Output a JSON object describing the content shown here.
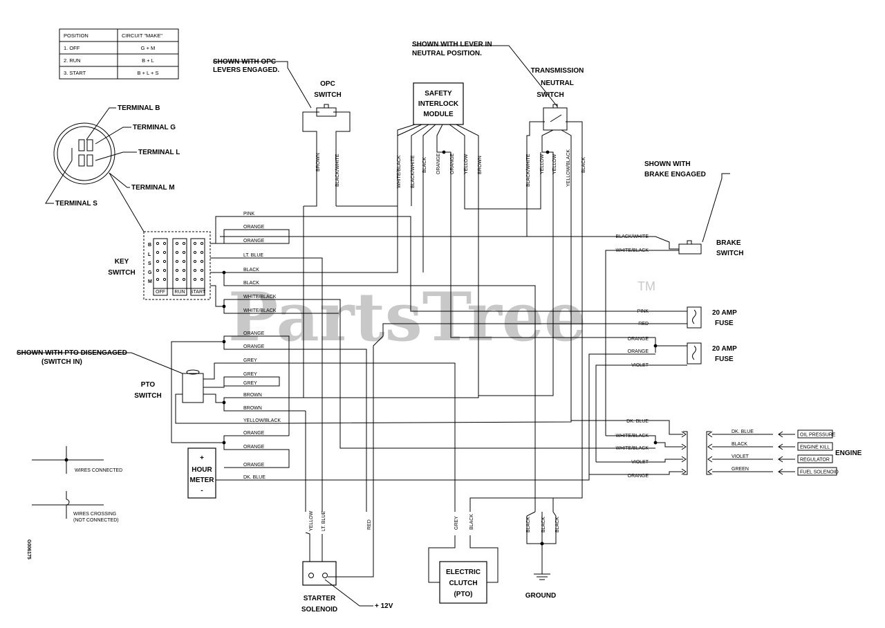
{
  "watermark": {
    "text": "PartsTree",
    "tm": "TM"
  },
  "figure_id": "G006175",
  "table": {
    "headers": [
      "POSITION",
      "CIRCUIT \"MAKE\""
    ],
    "rows": [
      [
        "1. OFF",
        "G + M"
      ],
      [
        "2. RUN",
        "B + L"
      ],
      [
        "3. START",
        "B + L + S"
      ]
    ]
  },
  "terminals": {
    "b": "TERMINAL B",
    "g": "TERMINAL G",
    "l": "TERMINAL L",
    "m": "TERMINAL M",
    "s": "TERMINAL S"
  },
  "key_switch": {
    "title_1": "KEY",
    "title_2": "SWITCH",
    "letters": [
      "B",
      "L",
      "S",
      "G",
      "M"
    ],
    "columns": [
      "OFF",
      "RUN",
      "START"
    ]
  },
  "opc": {
    "note_1": "SHOWN WITH OPC",
    "note_2": "LEVERS ENGAGED.",
    "title_1": "OPC",
    "title_2": "SWITCH"
  },
  "sim": {
    "line_1": "SAFETY",
    "line_2": "INTERLOCK",
    "line_3": "MODULE"
  },
  "transmission": {
    "note_1": "SHOWN WITH LEVER IN",
    "note_2": "NEUTRAL POSITION.",
    "title_1": "TRANSMISSION",
    "title_2": "NEUTRAL",
    "title_3": "SWITCH"
  },
  "brake": {
    "note_1": "SHOWN WITH",
    "note_2": "BRAKE ENGAGED",
    "title_1": "BRAKE",
    "title_2": "SWITCH"
  },
  "fuse": {
    "line_1": "20 AMP",
    "line_2": "FUSE"
  },
  "pto": {
    "note_1": "SHOWN WITH PTO DISENGAGED",
    "note_2": "(SWITCH IN)",
    "title_1": "PTO",
    "title_2": "SWITCH"
  },
  "hour_meter": {
    "plus": "+",
    "line_1": "HOUR",
    "line_2": "METER",
    "minus": "-"
  },
  "legend": {
    "connected": "WIRES CONNECTED",
    "crossing_1": "WIRES CROSSING",
    "crossing_2": "(NOT CONNECTED)"
  },
  "starter": {
    "line_1": "STARTER",
    "line_2": "SOLENOID",
    "plus12": "+ 12V"
  },
  "clutch": {
    "line_1": "ELECTRIC",
    "line_2": "CLUTCH",
    "line_3": "(PTO)"
  },
  "ground": "GROUND",
  "engine": {
    "title": "ENGINE",
    "wires": [
      "DK. BLUE",
      "BLACK",
      "VIOLET",
      "GREEN"
    ],
    "functions": [
      "OIL PRESSURE",
      "ENGINE KILL",
      "REGULATOR",
      "FUEL SOLENOID"
    ]
  },
  "top_wires": {
    "opc": [
      "BROWN",
      "BLACK/WHITE"
    ],
    "sim": [
      "WHITE/BLACK",
      "BLACK/WHITE",
      "BLACK",
      "ORANGE",
      "ORANGE",
      "YELLOW",
      "BROWN"
    ],
    "tns": [
      "BLACK/WHITE",
      "YELLOW",
      "YELLOW",
      "YELLOW/BLACK",
      "BLACK"
    ]
  },
  "key_wires": [
    "PINK",
    "ORANGE",
    "ORANGE",
    "LT. BLUE",
    "BLACK",
    "BLACK",
    "WHITE/BLACK",
    "WHITE/BLACK"
  ],
  "pto_wires": [
    "ORANGE",
    "ORANGE",
    "GREY",
    "GREY",
    "GREY",
    "BROWN",
    "BROWN",
    "YELLOW/BLACK"
  ],
  "hour_wires": [
    "ORANGE",
    "ORANGE",
    "ORANGE",
    "DK. BLUE"
  ],
  "right_wires": {
    "brake": [
      "BLACK/WHITE",
      "WHITE/BLACK"
    ],
    "fuse1": [
      "PINK",
      "RED"
    ],
    "fuse2": [
      "ORANGE",
      "ORANGE",
      "VIOLET"
    ],
    "engine": [
      "DK. BLUE",
      "WHITE/BLACK",
      "WHITE/BLACK",
      "VIOLET",
      "ORANGE"
    ]
  },
  "bottom_wires": {
    "starter": [
      "YELLOW",
      "LT. BLUE",
      "RED"
    ],
    "clutch": [
      "GREY",
      "BLACK"
    ],
    "ground": [
      "BLACK",
      "BLACK",
      "BLACK"
    ]
  }
}
